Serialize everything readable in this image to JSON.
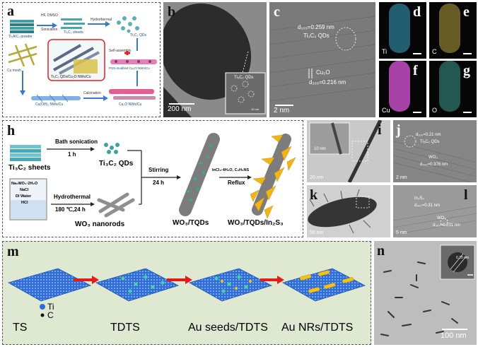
{
  "panel_a": {
    "letter": "a",
    "labels": {
      "hf_dmso": "HF, DMSO",
      "sonication": "Sonication",
      "hydrothermal": "Hydrothermal",
      "ti3alc2": "Ti₃AlC₂ powder",
      "ti3c2_sheets": "Ti₃C₂ sheets",
      "ti3c2_qds": "Ti₃C₂ QDs",
      "self_assembly": "Self-assembly",
      "composite": "Ti₃C₂ QDs/Cu₂O NWs/Cu",
      "pss": "PSS-modified Cu₂O NWs/Cu",
      "cu_mesh": "Cu mesh",
      "cuoh2": "Cu(OH)₂ NWs/Cu",
      "calcination": "Calcination",
      "cu2o": "Cu₂O NWs/Cu"
    }
  },
  "panel_b": {
    "letter": "b",
    "scale": "200 nm",
    "inset_label": "Ti₃C₂ QDs",
    "inset_scale": "10 nm"
  },
  "panel_c": {
    "letter": "c",
    "d1": "d₁₀₀=0.259 nm",
    "d1_name": "Ti₃C₂ QDs",
    "d2_name": "Cu₂O",
    "d2": "d₂₀₀=0.216 nm",
    "scale": "2 nm"
  },
  "eds": [
    {
      "letter": "d",
      "element": "Ti",
      "color": "#3aa6c9"
    },
    {
      "letter": "e",
      "element": "C",
      "color": "#b8a43c"
    },
    {
      "letter": "f",
      "element": "Cu",
      "color": "#c44ec4"
    },
    {
      "letter": "g",
      "element": "O",
      "color": "#3e9a8c"
    }
  ],
  "panel_h": {
    "letter": "h",
    "bath": "Bath sonication",
    "bath_time": "1 h",
    "ti3c2_sheets": "Ti₃C₂ sheets",
    "ti3c2_qds": "Ti₃C₂ QDs",
    "reagents": [
      "Na₂WO₄·2H₂O",
      "NaCl",
      "DI Water",
      "HCl"
    ],
    "hydrothermal": "Hydrothermal",
    "hydro_cond": "180 ℃,24 h",
    "wo3_nanorods": "WO₃ nanorods",
    "stirring": "Stirring",
    "stir_time": "24 h",
    "wo3_tqds": "WO₃/TQDs",
    "reflux_reagents": "InCl₃·4H₂O, C₂H₅NS",
    "reflux": "Reflux",
    "final": "WO₃/TQDs/In₂S₃"
  },
  "panel_i": {
    "letter": "i",
    "scale": "20 nm",
    "inset_scale": "10 nm"
  },
  "panel_j": {
    "letter": "j",
    "d1": "d₁₀₀=0.21 nm",
    "d1_name": "Ti₃C₂ QDs",
    "d2_name": "WO₃",
    "d2": "d₀₀₂=0.376 nm",
    "scale": "2 nm"
  },
  "panel_k": {
    "letter": "k",
    "scale": "50 nm"
  },
  "panel_l": {
    "letter": "l",
    "d1_name": "In₂S₃",
    "d1": "d₄₀₀=0.31 nm",
    "d2_name": "WO₃",
    "d2": "d₀₀₂=0.331 nm",
    "scale": "5 nm"
  },
  "panel_m": {
    "letter": "m",
    "legend_ti": "Ti",
    "legend_c": "C",
    "stages": [
      "TS",
      "TDTS",
      "Au seeds/TDTS",
      "Au NRs/TDTS"
    ]
  },
  "panel_n": {
    "letter": "n",
    "scale": "100 nm",
    "inset_label": "0.20 nm"
  }
}
